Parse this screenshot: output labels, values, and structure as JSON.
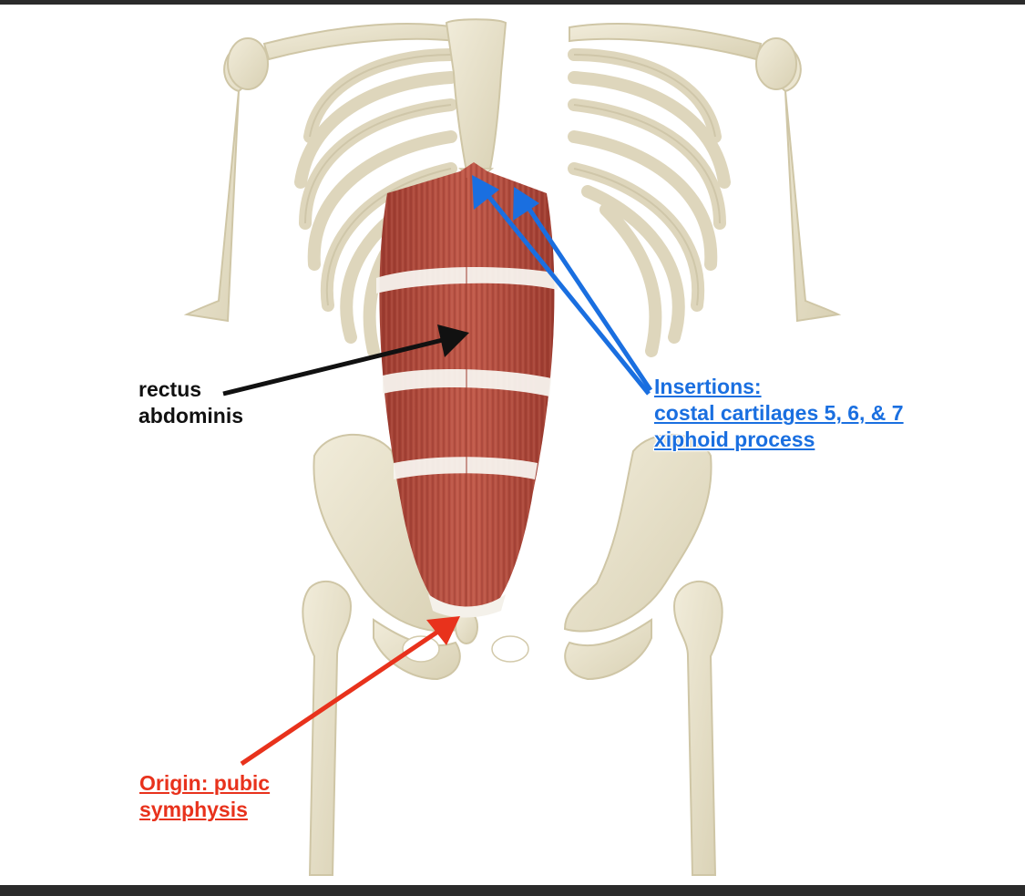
{
  "colors": {
    "rectus_label": "#111111",
    "insertion_label": "#1a6fe0",
    "origin_label": "#e8321c",
    "bone": "#e8e2cc",
    "muscle": "#b54a3c",
    "background": "#ffffff",
    "frame": "#2b2b2b"
  },
  "labels": {
    "rectus": {
      "line1": "rectus",
      "line2": "abdominis"
    },
    "insertion": {
      "line1": "Insertions:",
      "line2": "costal cartilages 5, 6, & 7",
      "line3": "xiphoid process"
    },
    "origin": {
      "line1": "Origin: pubic",
      "line2": "symphysis"
    }
  }
}
